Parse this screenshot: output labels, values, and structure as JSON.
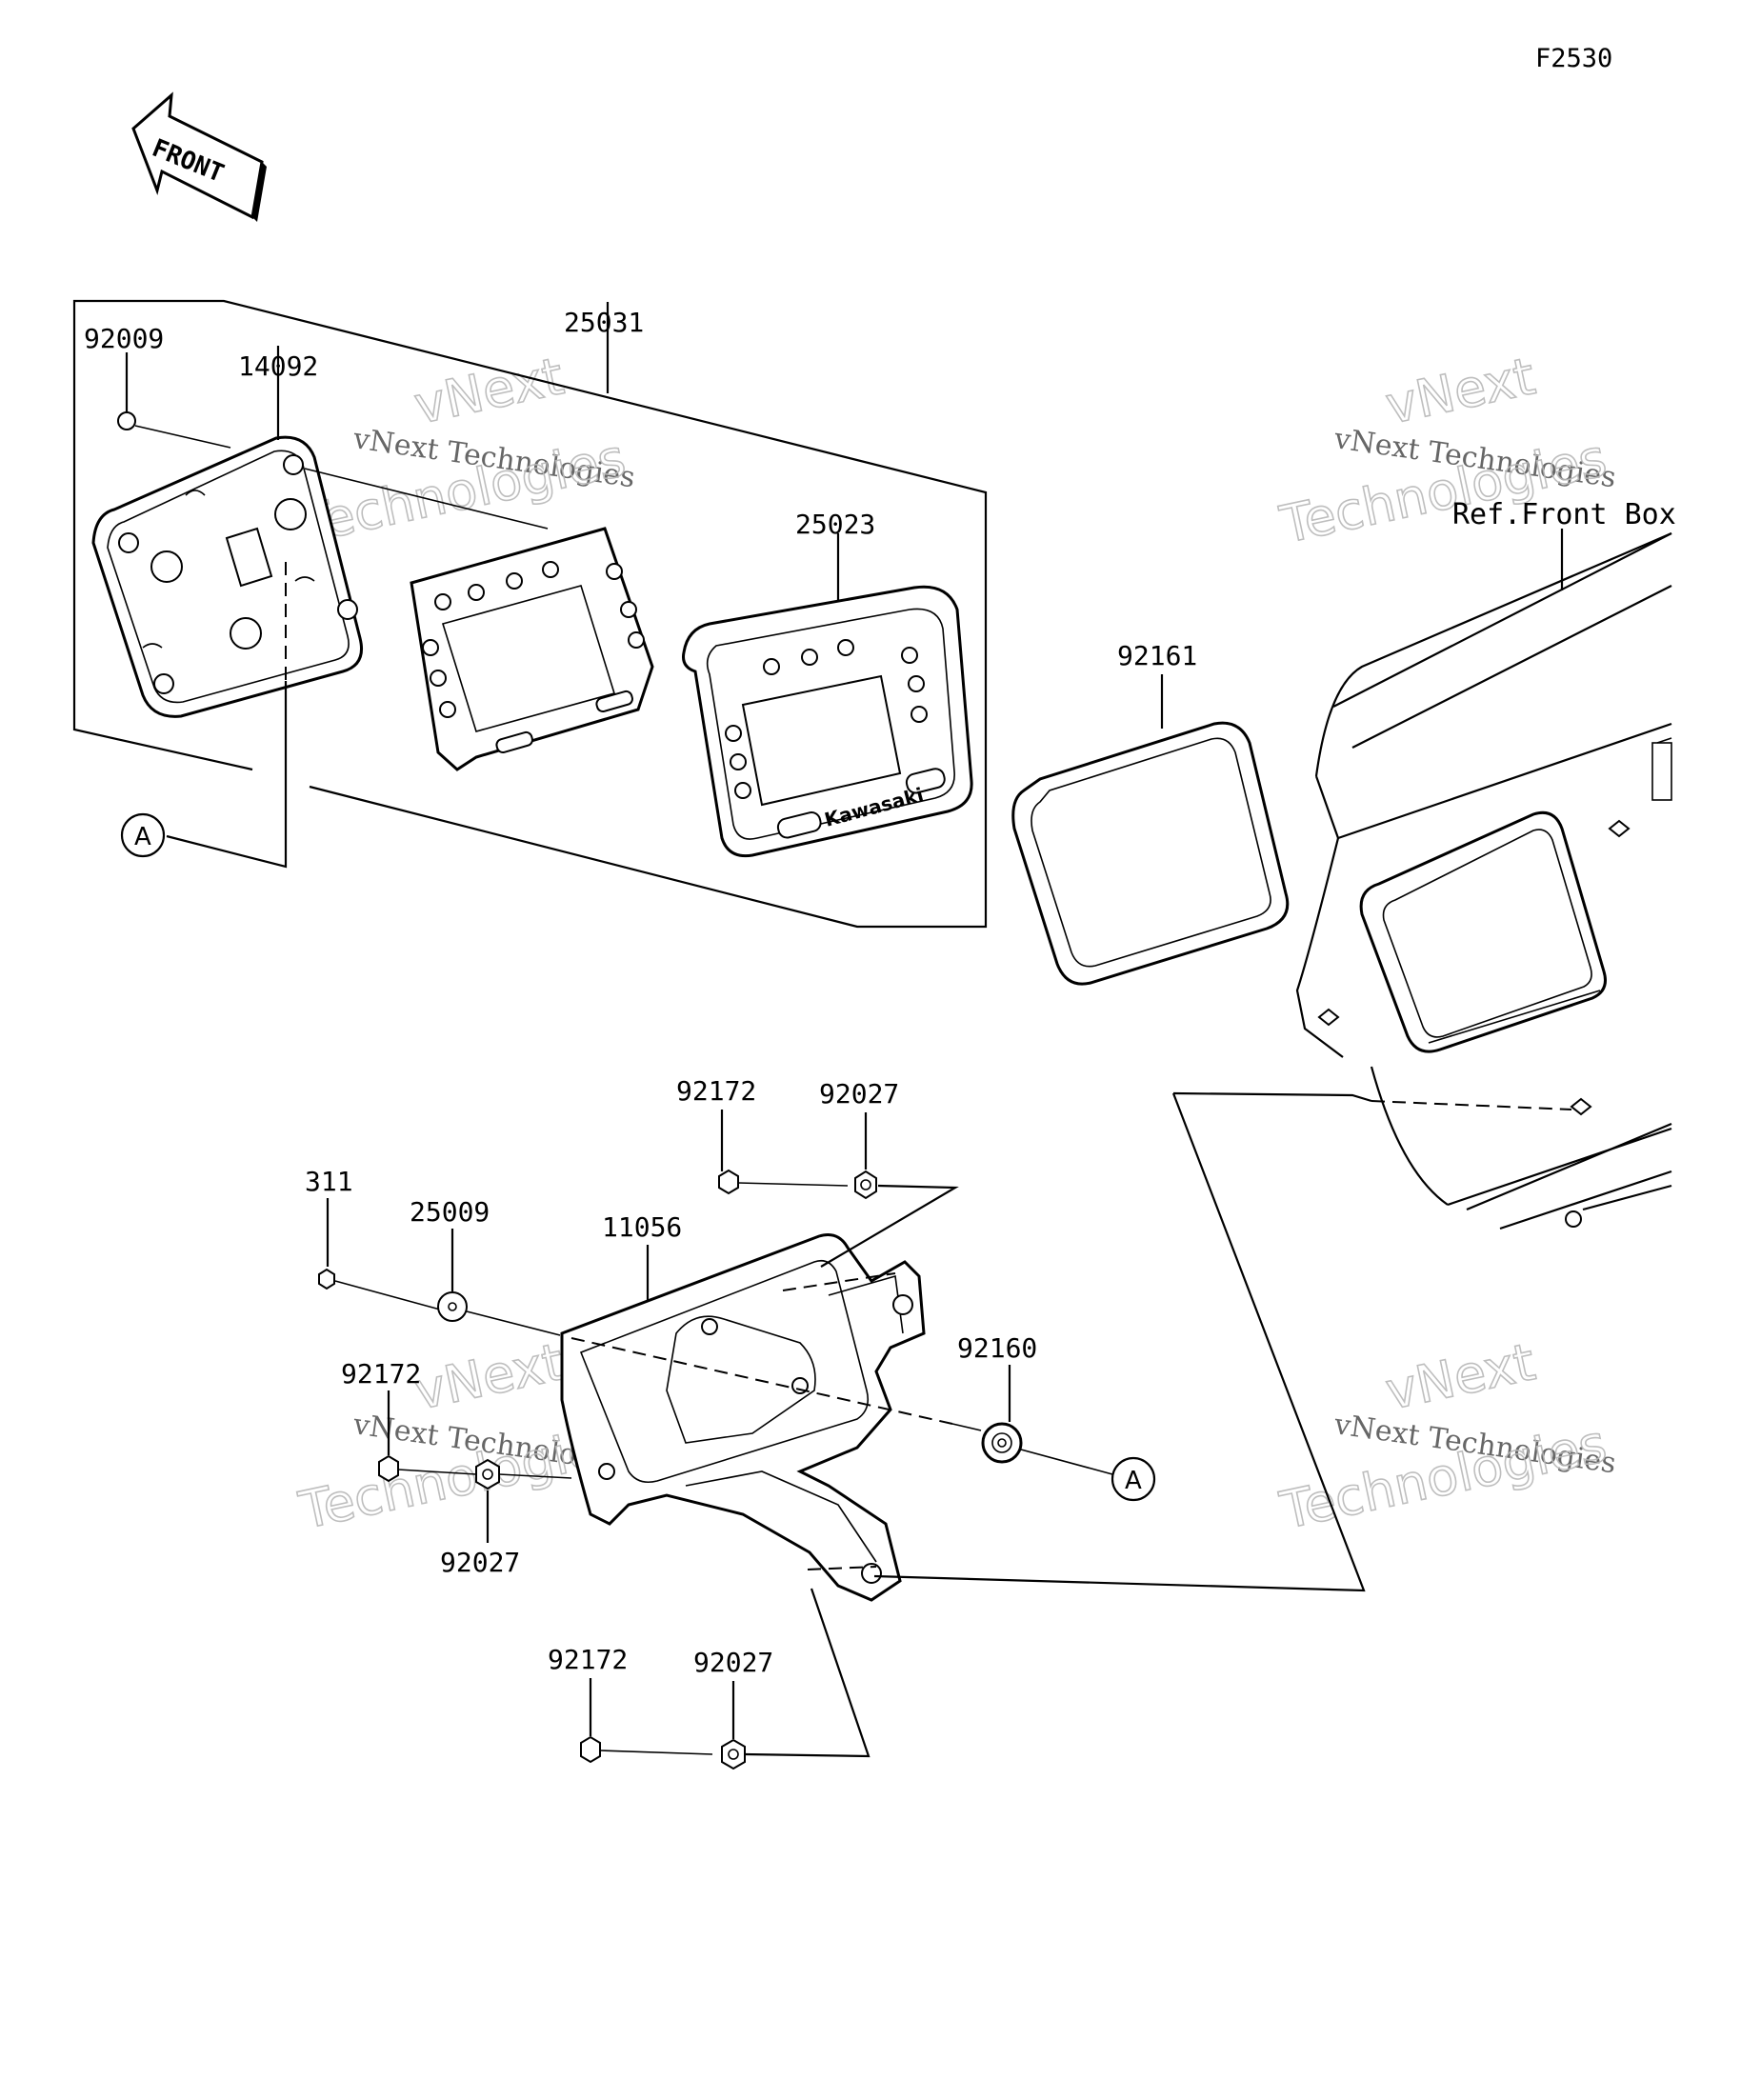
{
  "diagram_code": "F2530",
  "orientation": {
    "label": "FRONT",
    "icon": "front-arrow-icon"
  },
  "callouts": [
    {
      "id": "92009",
      "label": "92009"
    },
    {
      "id": "14092",
      "label": "14092"
    },
    {
      "id": "25031",
      "label": "25031"
    },
    {
      "id": "25023",
      "label": "25023"
    },
    {
      "id": "92161",
      "label": "92161"
    },
    {
      "id": "92172-top",
      "label": "92172"
    },
    {
      "id": "92027-top",
      "label": "92027"
    },
    {
      "id": "311",
      "label": "311"
    },
    {
      "id": "25009",
      "label": "25009"
    },
    {
      "id": "11056",
      "label": "11056"
    },
    {
      "id": "92160",
      "label": "92160"
    },
    {
      "id": "92172-mid",
      "label": "92172"
    },
    {
      "id": "92027-mid",
      "label": "92027"
    },
    {
      "id": "92172-bottom",
      "label": "92172"
    },
    {
      "id": "92027-bottom",
      "label": "92027"
    }
  ],
  "reference_label": "Ref.Front Box",
  "connector_marker": "A",
  "brand_label": "Kawasaki",
  "watermark": {
    "line1": "vNext Technologies",
    "line2": "vNext",
    "line3": "Technologies"
  }
}
